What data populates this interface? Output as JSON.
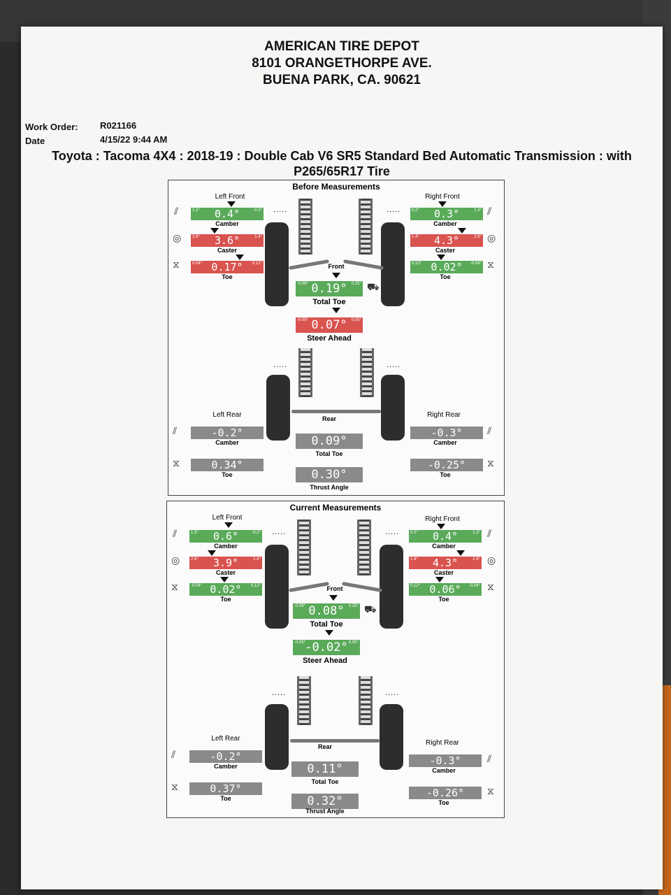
{
  "header": {
    "line1": "AMERICAN TIRE DEPOT",
    "line2": "8101 ORANGETHORPE AVE.",
    "line3": "BUENA PARK, CA. 90621"
  },
  "work_order": {
    "label": "Work Order:",
    "value": "R021166"
  },
  "date": {
    "label": "Date",
    "value": "4/15/22 9:44 AM"
  },
  "vehicle": {
    "line1": "Toyota : Tacoma 4X4 : 2018-19 : Double Cab V6 SR5 Standard Bed Automatic Transmission : with",
    "line2": "P265/65R17 Tire"
  },
  "before": {
    "title": "Before Measurements",
    "left_front": {
      "title": "Left Front",
      "camber": {
        "value": "0.4°",
        "lo": "1.2°",
        "hi": "-0.3°",
        "label": "Camber",
        "status": "green"
      },
      "caster": {
        "value": "3.6°",
        "lo": "2.9°",
        "hi": "1.4°",
        "label": "Caster",
        "status": "red"
      },
      "toe": {
        "value": "0.17°",
        "lo": "0.04°",
        "hi": "0.12°",
        "label": "Toe",
        "status": "red"
      }
    },
    "right_front": {
      "title": "Right Front",
      "camber": {
        "value": "0.3°",
        "lo": "0.2°",
        "hi": "1.3°",
        "label": "Camber",
        "status": "green"
      },
      "caster": {
        "value": "4.3°",
        "lo": "1.4°",
        "hi": "2.9°",
        "label": "Caster",
        "status": "red"
      },
      "toe": {
        "value": "0.02°",
        "lo": "0.12°",
        "hi": "-0.04°",
        "label": "Toe",
        "status": "green"
      }
    },
    "front_label": "Front",
    "total_toe": {
      "value": "0.19°",
      "lo": "-0.08°",
      "hi": "0.25°",
      "label": "Total Toe",
      "status": "green"
    },
    "steer_ahead": {
      "value": "0.07°",
      "lo": "-0.05°",
      "hi": "0.05°",
      "label": "Steer Ahead",
      "status": "red"
    },
    "left_rear": {
      "title": "Left Rear",
      "camber": {
        "value": "-0.2°",
        "label": "Camber"
      },
      "toe": {
        "value": "0.34°",
        "label": "Toe"
      }
    },
    "right_rear": {
      "title": "Right Rear",
      "camber": {
        "value": "-0.3°",
        "label": "Camber"
      },
      "toe": {
        "value": "-0.25°",
        "label": "Toe"
      }
    },
    "rear_label": "Rear",
    "rear_total_toe": {
      "value": "0.09°",
      "label": "Total Toe"
    },
    "thrust_angle": {
      "value": "0.30°",
      "label": "Thrust Angle"
    }
  },
  "current": {
    "title": "Current Measurements",
    "left_front": {
      "title": "Left Front",
      "camber": {
        "value": "0.6°",
        "lo": "1.3°",
        "hi": "-0.2°",
        "label": "Camber",
        "status": "green"
      },
      "caster": {
        "value": "3.9°",
        "lo": "2.9°",
        "hi": "1.4°",
        "label": "Caster",
        "status": "red"
      },
      "toe": {
        "value": "0.02°",
        "lo": "-0.04°",
        "hi": "0.12°",
        "label": "Toe",
        "status": "green"
      }
    },
    "right_front": {
      "title": "Right Front",
      "camber": {
        "value": "0.4°",
        "lo": "0.2°",
        "hi": "1.3°",
        "label": "Camber",
        "status": "green"
      },
      "caster": {
        "value": "4.3°",
        "lo": "1.4°",
        "hi": "2.9°",
        "label": "Caster",
        "status": "red"
      },
      "toe": {
        "value": "0.06°",
        "lo": "0.12°",
        "hi": "-0.04°",
        "label": "Toe",
        "status": "green"
      }
    },
    "front_label": "Front",
    "total_toe": {
      "value": "0.08°",
      "lo": "-0.08°",
      "hi": "0.25°",
      "label": "Total Toe",
      "status": "green"
    },
    "steer_ahead": {
      "value": "-0.02°",
      "lo": "-0.05°",
      "hi": "0.05°",
      "label": "Steer Ahead",
      "status": "green"
    },
    "left_rear": {
      "title": "Left Rear",
      "camber": {
        "value": "-0.2°",
        "label": "Camber"
      },
      "toe": {
        "value": "0.37°",
        "label": "Toe"
      }
    },
    "right_rear": {
      "title": "Right Rear",
      "camber": {
        "value": "-0.3°",
        "label": "Camber"
      },
      "toe": {
        "value": "-0.26°",
        "label": "Toe"
      }
    },
    "rear_label": "Rear",
    "rear_total_toe": {
      "value": "0.11°",
      "label": "Total Toe"
    },
    "thrust_angle": {
      "value": "0.32°",
      "label": "Thrust Angle"
    }
  },
  "icons": {
    "wheel_camber": "camber-icon",
    "wheel_caster": "caster-icon",
    "wheel_toe": "toe-icon",
    "dots": "....."
  },
  "colors": {
    "green": "#5aaa5a",
    "red": "#d9534f",
    "gray": "#8a8a8a"
  }
}
